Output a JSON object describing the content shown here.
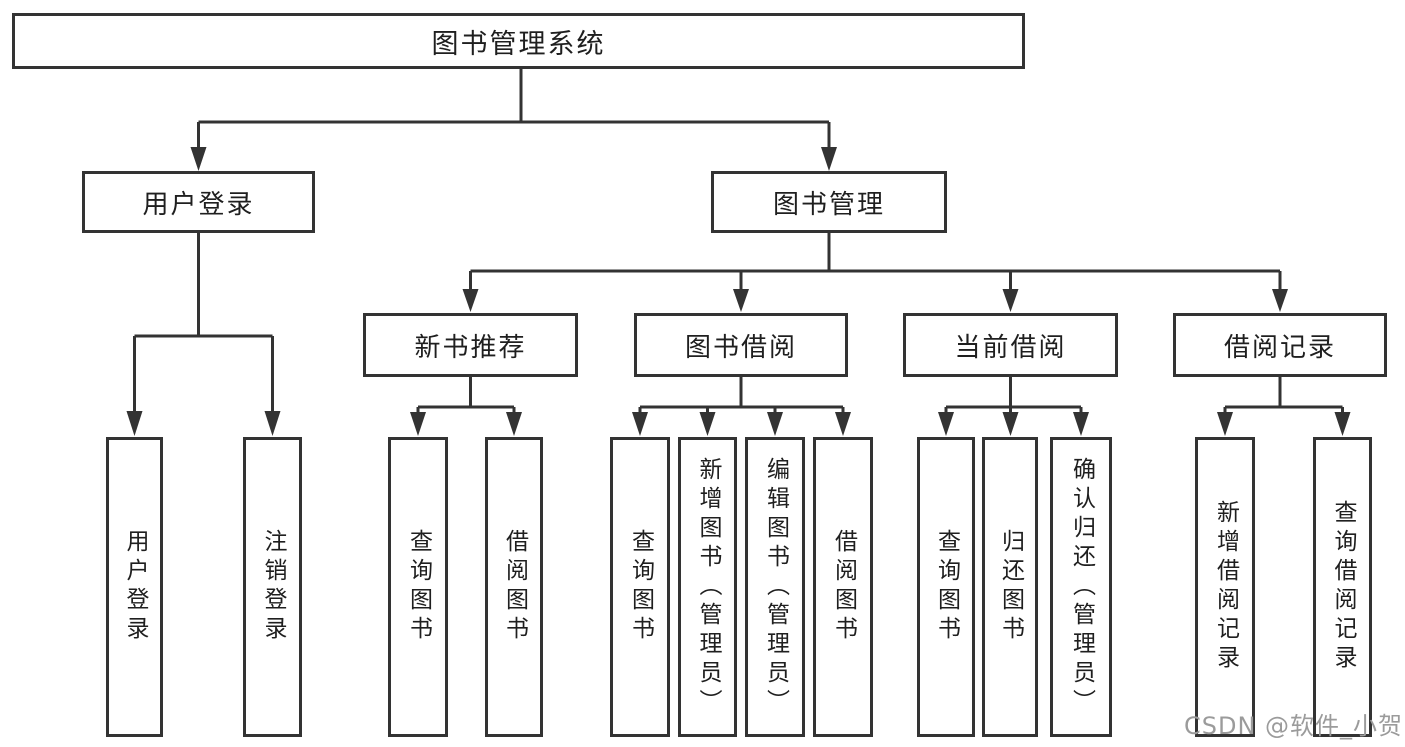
{
  "colors": {
    "line": "#333333",
    "text": "#1f1f1f",
    "box_fill": "#ffffff",
    "background": "#ffffff",
    "watermark": "#9b9b9b"
  },
  "tree": {
    "root": {
      "label": "图书管理系统"
    },
    "children": [
      {
        "label": "用户登录",
        "children": [
          {
            "label": "用户登录"
          },
          {
            "label": "注销登录"
          }
        ]
      },
      {
        "label": "图书管理",
        "children": [
          {
            "label": "新书推荐",
            "children": [
              {
                "label": "查询图书"
              },
              {
                "label": "借阅图书"
              }
            ]
          },
          {
            "label": "图书借阅",
            "children": [
              {
                "label": "查询图书"
              },
              {
                "label": "新增图书（管理员）"
              },
              {
                "label": "编辑图书（管理员）"
              },
              {
                "label": "借阅图书"
              }
            ]
          },
          {
            "label": "当前借阅",
            "children": [
              {
                "label": "查询图书"
              },
              {
                "label": "归还图书"
              },
              {
                "label": "确认归还（管理员）"
              }
            ]
          },
          {
            "label": "借阅记录",
            "children": [
              {
                "label": "新增借阅记录"
              },
              {
                "label": "查询借阅记录"
              }
            ]
          }
        ]
      }
    ]
  },
  "watermark": {
    "text": "CSDN @软件_小贺同学"
  }
}
